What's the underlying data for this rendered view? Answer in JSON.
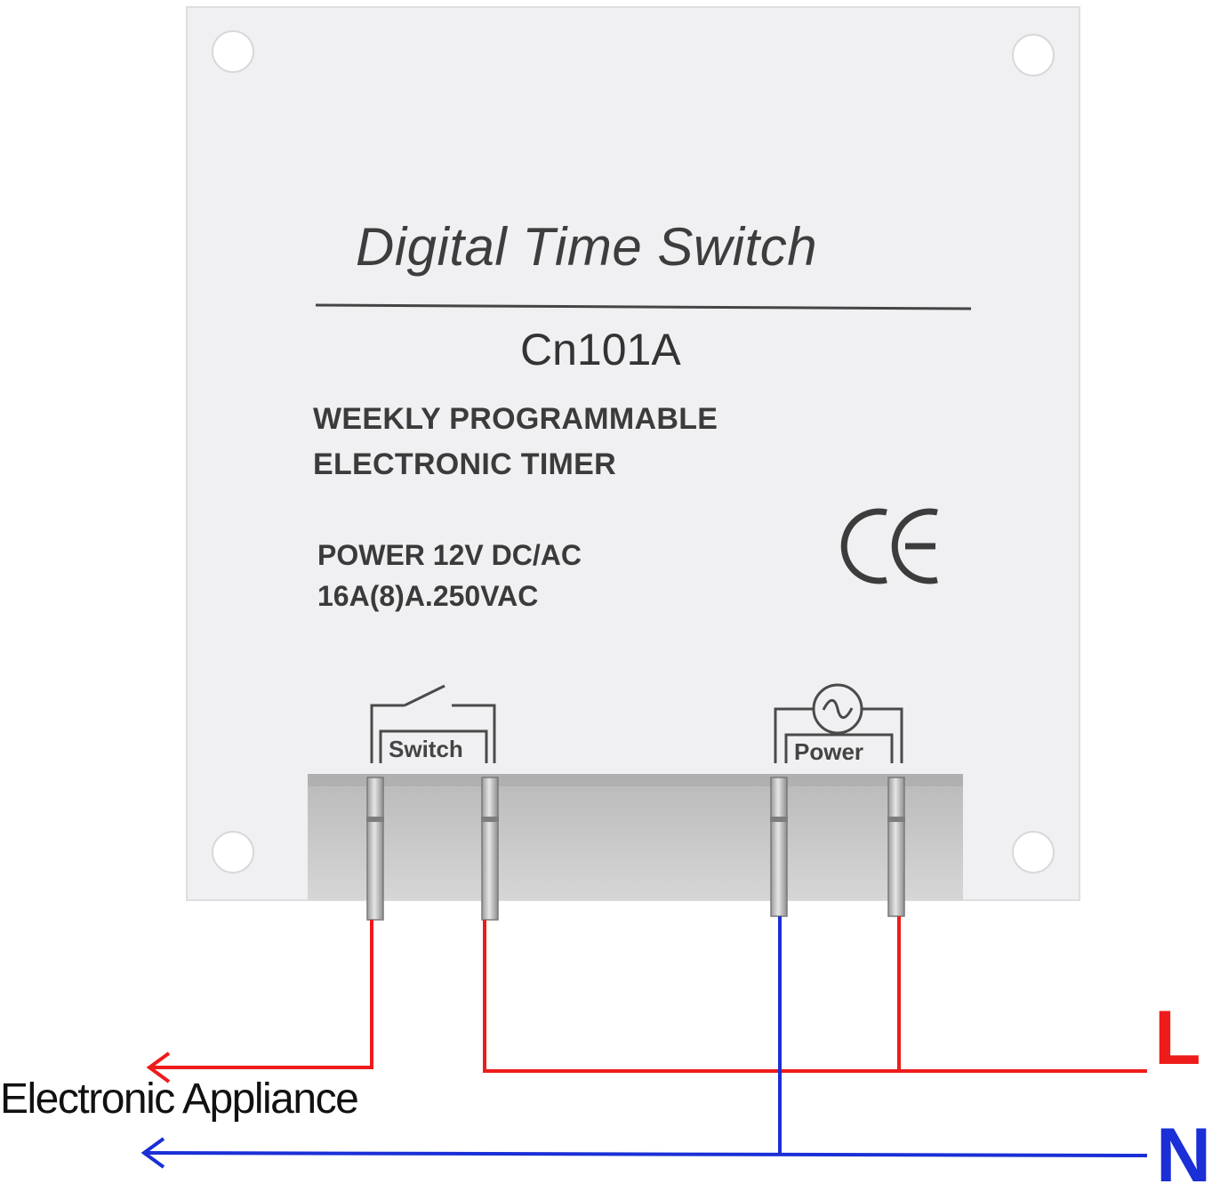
{
  "device": {
    "title": "Digital Time Switch",
    "model": "Cn101A",
    "description_line_1": "WEEKLY PROGRAMMABLE",
    "description_line_2": "ELECTRONIC TIMER",
    "power_line_1": "POWER 12V DC/AC",
    "power_line_2": "16A(8)A.250VAC",
    "certification_mark": "CE",
    "switch_terminal_label": "Switch",
    "power_terminal_label": "Power"
  },
  "wiring": {
    "appliance_label": "Electronic Appliance",
    "live_label": "L",
    "neutral_label": "N",
    "live_color": "#ee1b1b",
    "neutral_color": "#1a2fd6"
  },
  "icons": [
    "mounting-hole-icon",
    "ce-mark-icon",
    "switch-contact-symbol-icon",
    "ac-power-symbol-icon",
    "arrow-left-icon"
  ]
}
